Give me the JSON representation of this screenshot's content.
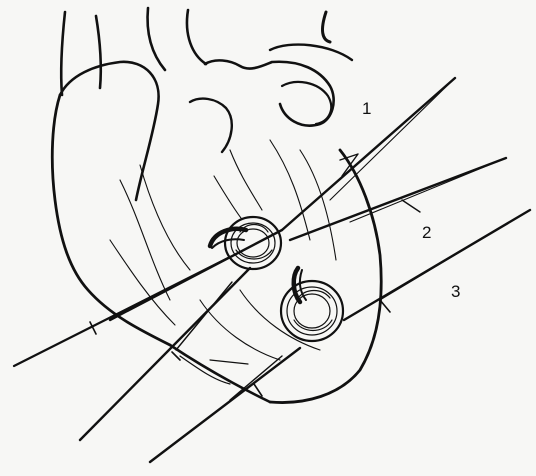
{
  "labels": [
    {
      "id": "1",
      "text": "1"
    },
    {
      "id": "2",
      "text": "2"
    },
    {
      "id": "3",
      "text": "3"
    }
  ],
  "colors": {
    "ink": "#111111",
    "paper": "#f7f7f5"
  }
}
